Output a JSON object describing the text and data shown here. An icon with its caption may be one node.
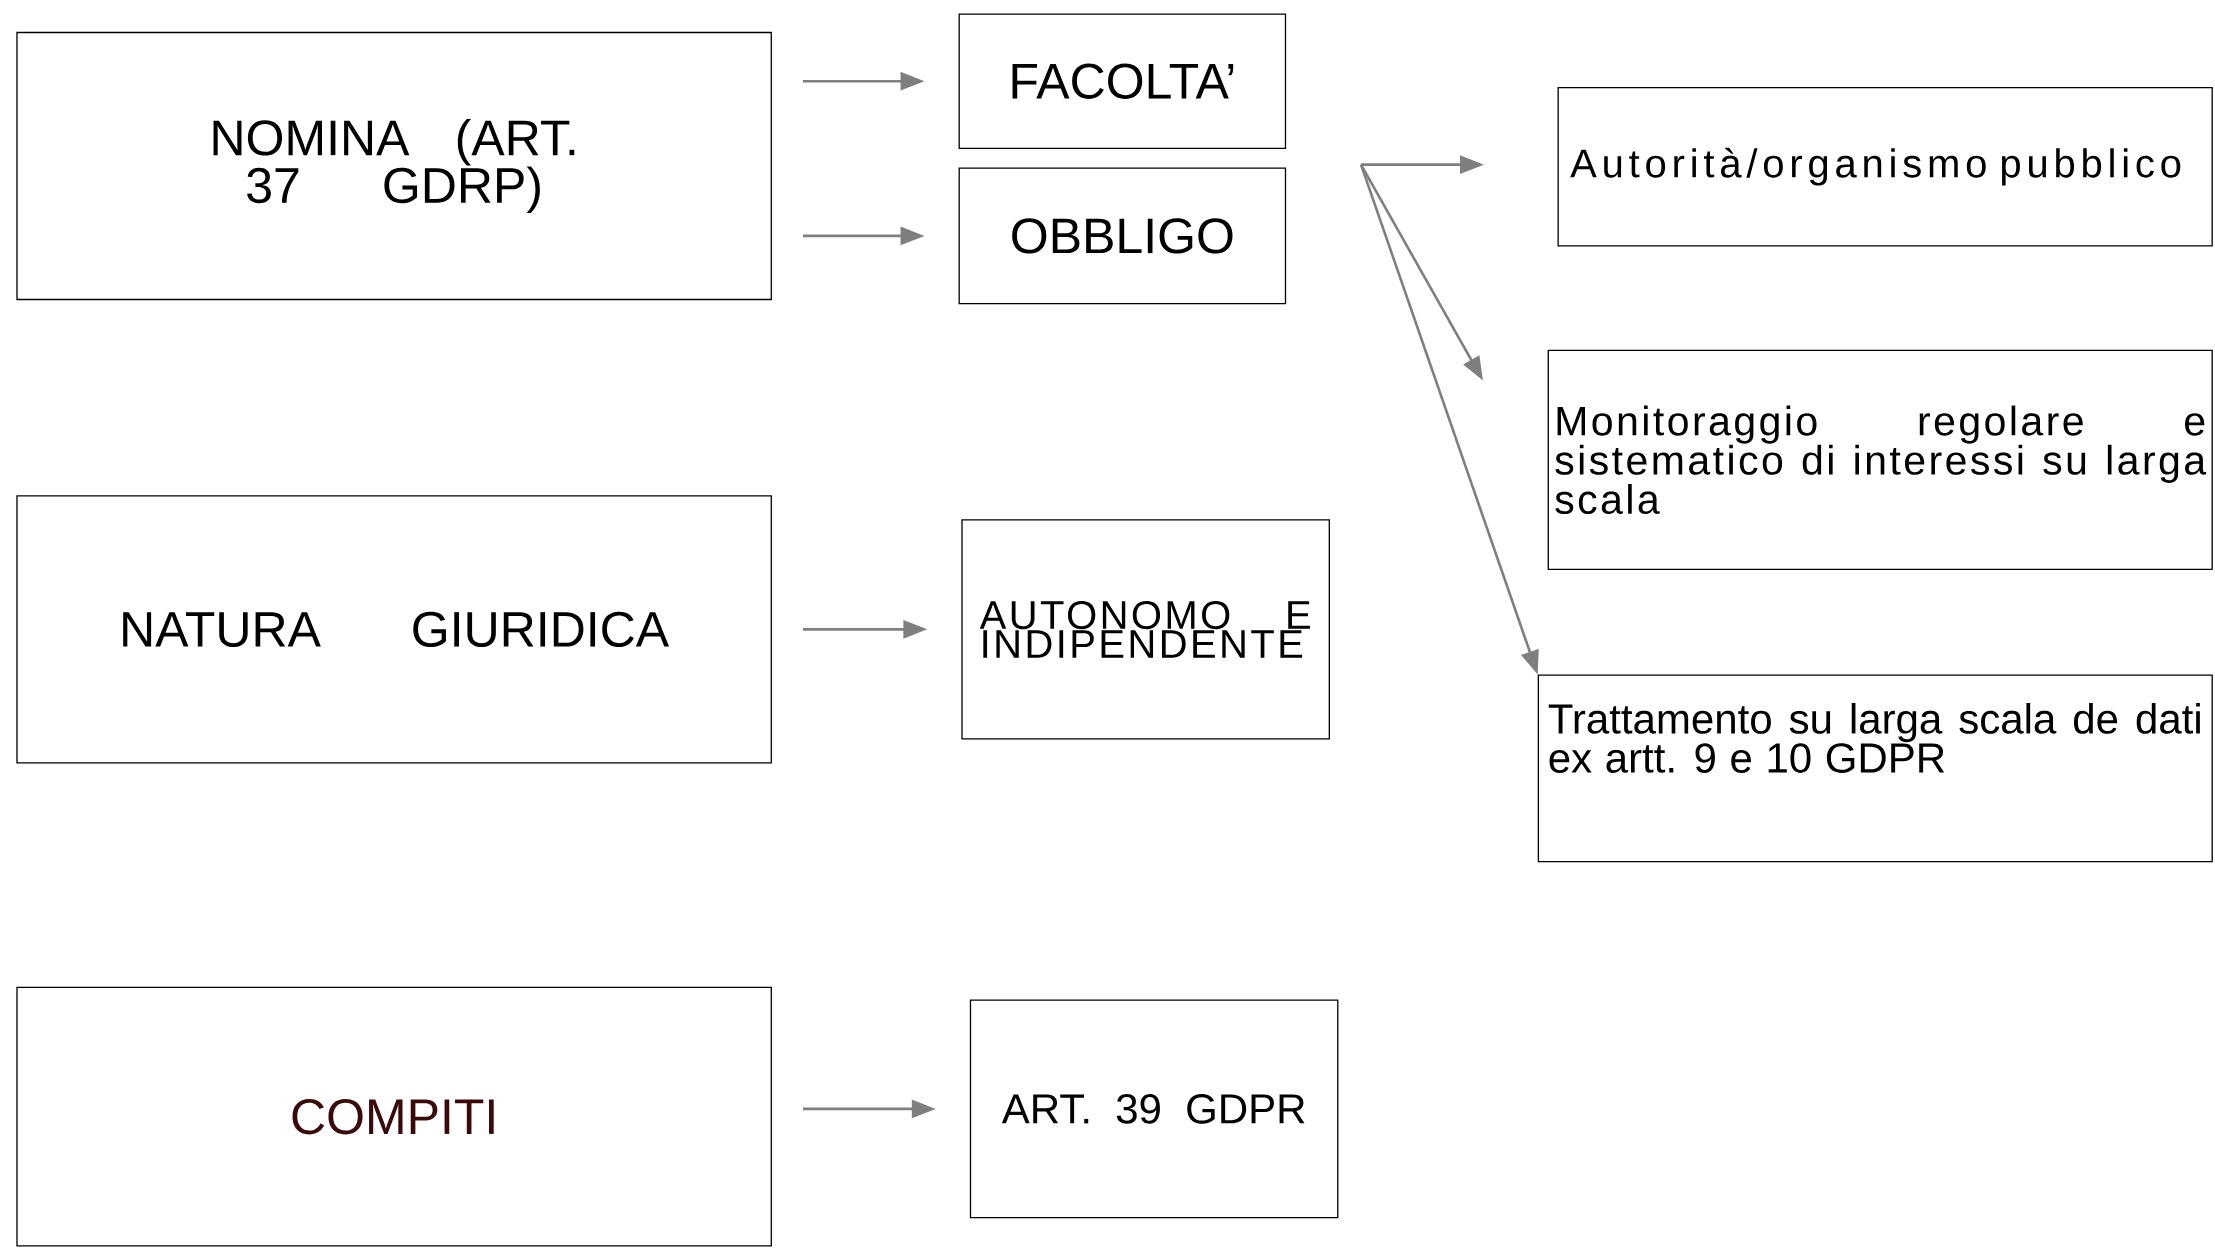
{
  "diagram": {
    "nodes": [
      {
        "text": [
          "NOMINA (ART. 37 GDRP)"
        ]
      },
      {
        "text": [
          "FACOLTA’"
        ]
      },
      {
        "text": [
          "OBBLIGO"
        ]
      },
      {
        "text": [
          "NATURA GIURIDICA"
        ]
      },
      {
        "text": [
          "AUTONOMO E INDIPENDENTE"
        ]
      },
      {
        "text": [
          "Autorità/organismo pubblico"
        ]
      },
      {
        "text": [
          "Monitoraggio regolare e sistematico di interessi su larga scala"
        ]
      },
      {
        "text": [
          "Trattamento su larga scala de dati ex artt. 9 e 10 GDPR"
        ]
      },
      {
        "text": [
          "COMPITI"
        ]
      },
      {
        "text": [
          "ART. 39 GDPR"
        ]
      }
    ],
    "edges": [
      {
        "from": 0,
        "to": 1,
        "arrow": "to"
      },
      {
        "from": 0,
        "to": 2,
        "arrow": "to"
      },
      {
        "from": 3,
        "to": 4,
        "arrow": "to"
      },
      {
        "from": 8,
        "to": 9,
        "arrow": "to"
      },
      {
        "from": 2,
        "to": 5,
        "arrow": "to"
      },
      {
        "from": 2,
        "to": 6,
        "arrow": "to"
      },
      {
        "from": 2,
        "to": 7,
        "arrow": "to"
      }
    ]
  }
}
